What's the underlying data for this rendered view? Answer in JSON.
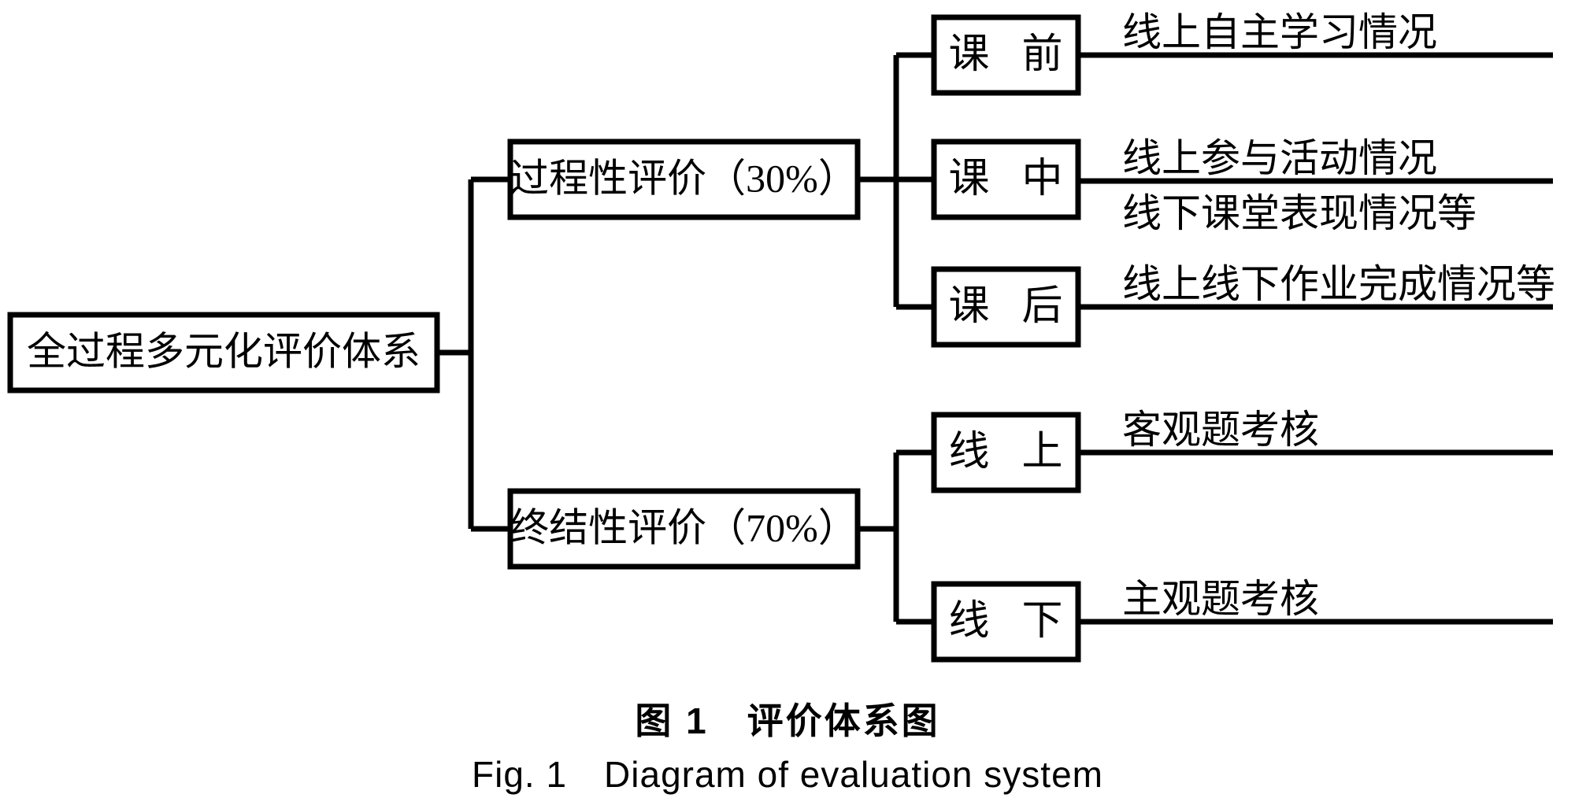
{
  "figure": {
    "caption_cn": "图 1　评价体系图",
    "caption_en": "Fig. 1　Diagram of evaluation system",
    "line_color": "#000000",
    "background_color": "#ffffff"
  },
  "diagram": {
    "type": "tree",
    "root": {
      "label": "全过程多元化评价体系"
    },
    "branches": [
      {
        "label": "过程性评价（30%）",
        "weight": "30%",
        "children": [
          {
            "label": "课 前",
            "descriptions": [
              "线上自主学习情况"
            ]
          },
          {
            "label": "课 中",
            "descriptions": [
              "线上参与活动情况",
              "线下课堂表现情况等"
            ]
          },
          {
            "label": "课 后",
            "descriptions": [
              "线上线下作业完成情况等"
            ]
          }
        ]
      },
      {
        "label": "终结性评价（70%）",
        "weight": "70%",
        "children": [
          {
            "label": "线 上",
            "descriptions": [
              "客观题考核"
            ]
          },
          {
            "label": "线 下",
            "descriptions": [
              "主观题考核"
            ]
          }
        ]
      }
    ]
  }
}
